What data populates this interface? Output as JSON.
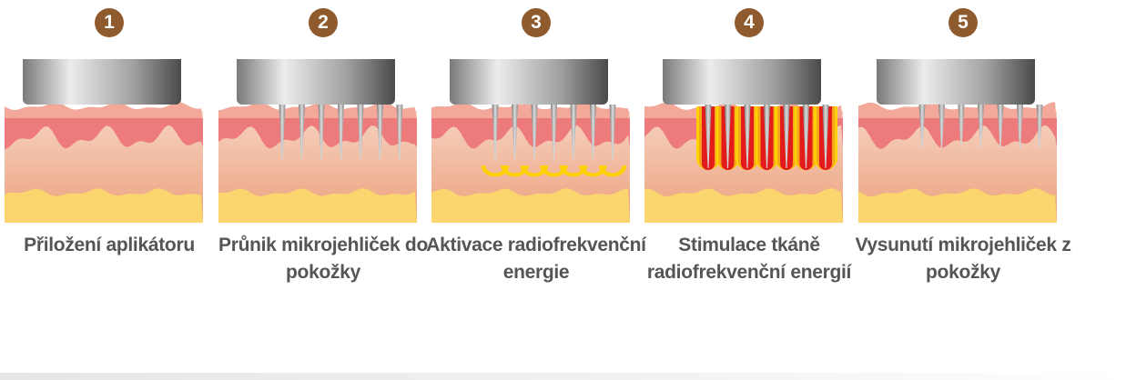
{
  "steps": [
    {
      "number": "1",
      "label": "Přiložení aplikátoru",
      "stage": "applicator"
    },
    {
      "number": "2",
      "label": "Průnik mikrojehliček do pokožky",
      "stage": "needles"
    },
    {
      "number": "3",
      "label": "Aktivace radiofrekvenční energie",
      "stage": "rf"
    },
    {
      "number": "4",
      "label": "Stimulace tkáně radiofrekvenční energií",
      "stage": "heat"
    },
    {
      "number": "5",
      "label": "Vysunutí mikrojehliček z pokožky",
      "stage": "retract"
    }
  ],
  "colors": {
    "badge": "#8f5a2e",
    "epidermis": "#f3a899",
    "dermis": "#ee7b7b",
    "fat": "#fbd56e",
    "heat_core": "#e2131b",
    "heat_outer": "#ffd200"
  }
}
